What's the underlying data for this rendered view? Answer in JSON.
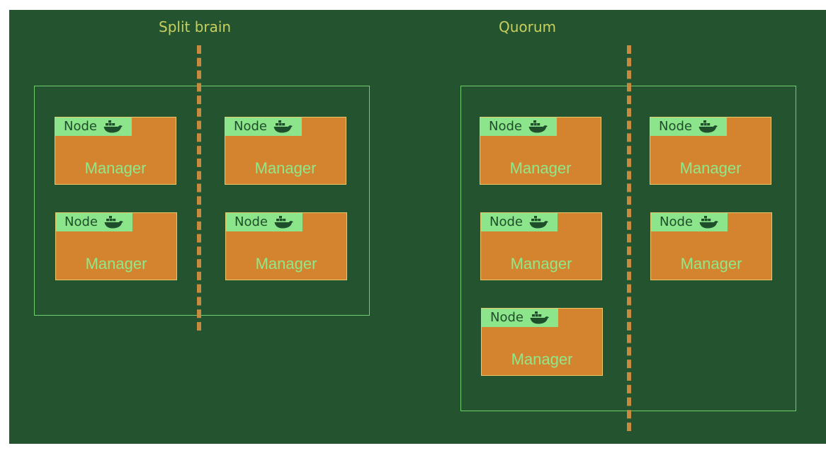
{
  "colors": {
    "background": "#23542f",
    "title": "#c9cf5e",
    "cluster_border": "#6fce6a",
    "divider": "#c88a3e",
    "node_fill": "#d4832f",
    "node_border": "#e8c86a",
    "tag_fill": "#8ce58a",
    "tag_text": "#1e4e2b",
    "role_text": "#8ee98a"
  },
  "icons": {
    "node_icon": "docker-whale-icon"
  },
  "panels": [
    {
      "title": "Split brain",
      "nodes": [
        {
          "label": "Node",
          "role": "Manager"
        },
        {
          "label": "Node",
          "role": "Manager"
        },
        {
          "label": "Node",
          "role": "Manager"
        },
        {
          "label": "Node",
          "role": "Manager"
        }
      ]
    },
    {
      "title": "Quorum",
      "nodes": [
        {
          "label": "Node",
          "role": "Manager"
        },
        {
          "label": "Node",
          "role": "Manager"
        },
        {
          "label": "Node",
          "role": "Manager"
        },
        {
          "label": "Node",
          "role": "Manager"
        },
        {
          "label": "Node",
          "role": "Manager"
        }
      ]
    }
  ]
}
